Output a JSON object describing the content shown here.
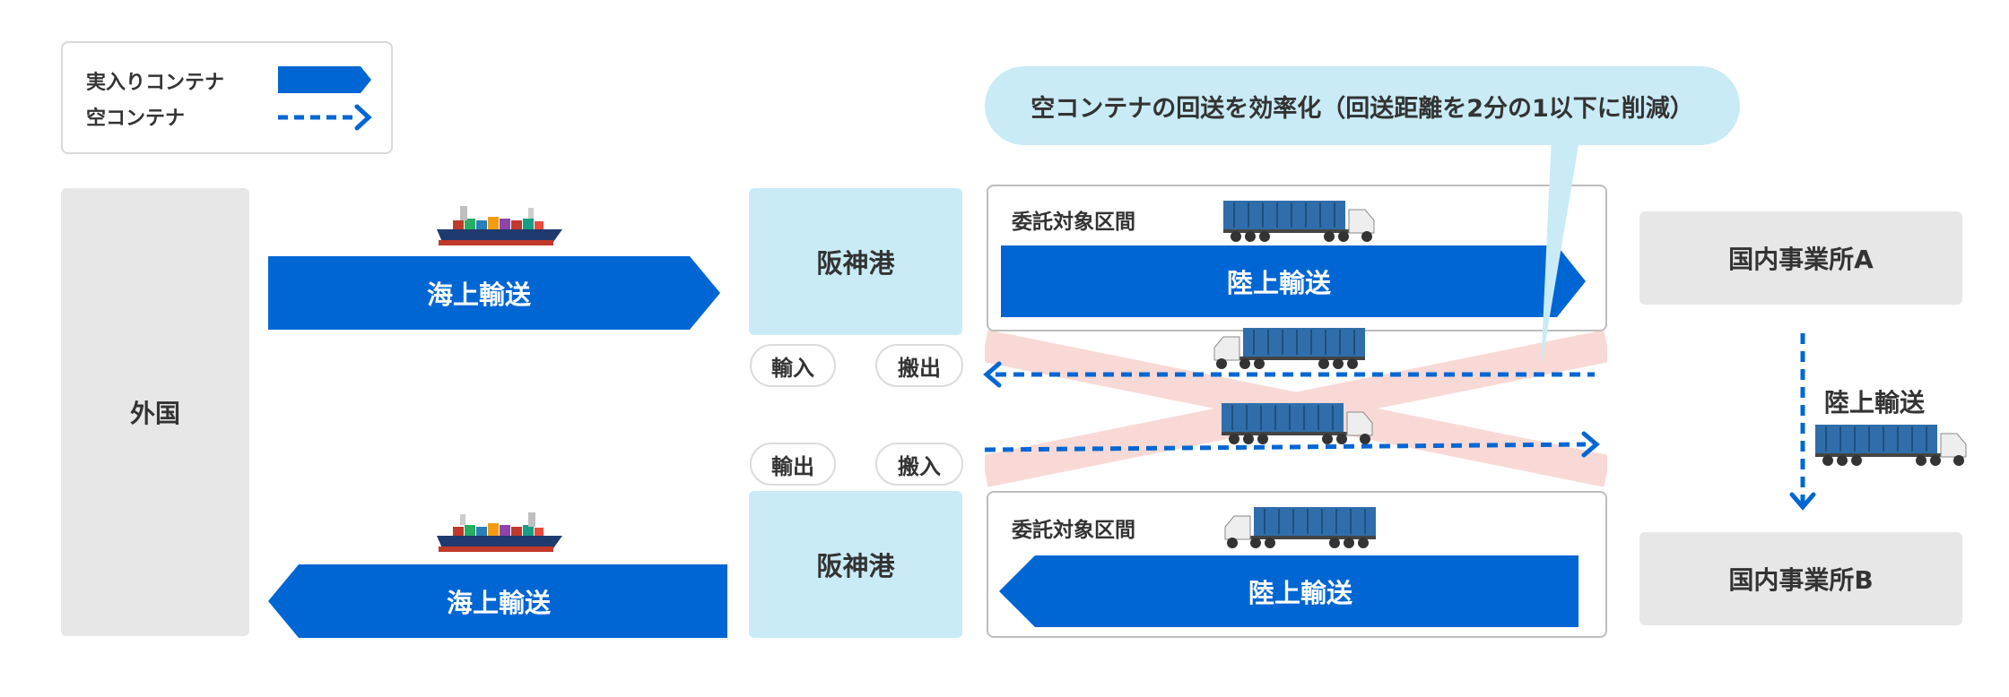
{
  "legend": {
    "full_label": "実入りコンテナ",
    "empty_label": "空コンテナ"
  },
  "colors": {
    "arrow_blue": "#0066d4",
    "port_light_blue": "#c9ebf6",
    "grey_box": "#e7e7e7",
    "cross_pink": "#f9d9d6"
  },
  "nodes": {
    "foreign": "外国",
    "port_top": "阪神港",
    "port_bottom": "阪神港",
    "office_a": "国内事業所A",
    "office_b": "国内事業所B"
  },
  "arrows": {
    "sea_top": "海上輸送",
    "sea_bottom": "海上輸送",
    "land_top": "陸上輸送",
    "land_bottom": "陸上輸送",
    "land_right": "陸上輸送"
  },
  "pills": {
    "import": "輸入",
    "carry_out": "搬出",
    "export": "輸出",
    "carry_in": "搬入"
  },
  "sections": {
    "top_label": "委託対象区間",
    "bottom_label": "委託対象区間"
  },
  "callout": "空コンテナの回送を効率化（回送距離を2分の1以下に削減）",
  "icons": [
    "container-ship-icon",
    "container-truck-icon"
  ]
}
